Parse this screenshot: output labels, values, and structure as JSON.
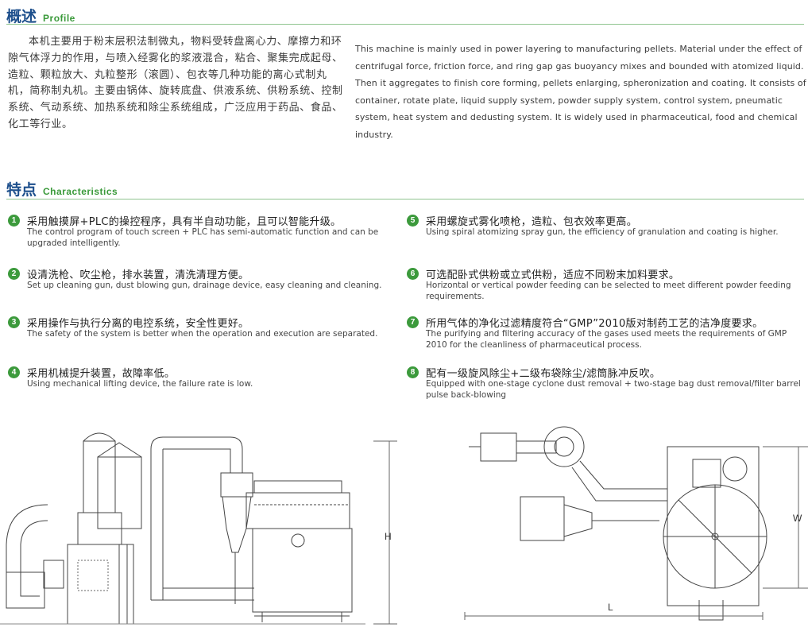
{
  "profile": {
    "title_zh": "概述",
    "title_en": "Profile",
    "text_zh": "本机主要用于粉末层积法制微丸，物料受转盘离心力、摩擦力和环隙气体浮力的作用，与喷入经雾化的浆液混合，粘合、聚集完成起母、造粒、颗粒放大、丸粒整形（滚圆）、包衣等几种功能的离心式制丸机，简称制丸机。主要由锅体、旋转底盘、供液系统、供粉系统、控制系统、气动系统、加热系统和除尘系统组成，广泛应用于药品、食品、化工等行业。",
    "text_en": "This machine is mainly used in power layering to manufacturing pellets. Material under the effect of centrifugal force, friction force, and ring gap gas buoyancy mixes and bounded with atomized liquid. Then it aggregates to finish core forming, pellets enlarging, spheronization and coating. It consists of container, rotate plate, liquid supply system, powder supply system, control system, pneumatic system, heat system and dedusting system. It is widely used in pharmaceutical, food and chemical industry."
  },
  "characteristics": {
    "title_zh": "特点",
    "title_en": "Characteristics",
    "items": [
      {
        "num": "1",
        "zh": "采用触摸屏+PLC的操控程序，具有半自动功能，且可以智能升级。",
        "en": "The control program of touch screen + PLC has semi-automatic function and can be upgraded intelligently."
      },
      {
        "num": "2",
        "zh": "设清洗枪、吹尘枪，排水装置，清洗清理方便。",
        "en": "Set up cleaning gun, dust blowing gun, drainage device, easy cleaning and cleaning."
      },
      {
        "num": "3",
        "zh": "采用操作与执行分离的电控系统，安全性更好。",
        "en": "The safety of the system is better when the operation and execution are separated."
      },
      {
        "num": "4",
        "zh": "采用机械提升装置，故障率低。",
        "en": "Using mechanical lifting device, the failure rate is low."
      },
      {
        "num": "5",
        "zh": "采用螺旋式雾化喷枪，造粒、包衣效率更高。",
        "en": "Using spiral atomizing spray gun, the efficiency of granulation and coating is higher."
      },
      {
        "num": "6",
        "zh": "可选配卧式供粉或立式供粉，适应不同粉末加料要求。",
        "en": "Horizontal or vertical powder feeding can be selected to meet different powder feeding requirements."
      },
      {
        "num": "7",
        "zh": "所用气体的净化过滤精度符合“GMP”2010版对制药工艺的洁净度要求。",
        "en": "The purifying and filtering accuracy of the gases used meets the requirements of GMP 2010 for the cleanliness of pharmaceutical process."
      },
      {
        "num": "8",
        "zh": "配有一级旋风除尘+二级布袋除尘/滤筒脉冲反吹。",
        "en": "Equipped with one-stage cyclone dust removal + two-stage bag dust removal/filter barrel pulse back-blowing"
      }
    ]
  },
  "diagram": {
    "label_h": "H",
    "label_w": "W",
    "label_l": "L"
  },
  "colors": {
    "heading_blue": "#1d4f8c",
    "heading_green": "#3a9a3a",
    "badge_green": "#3c9a3c"
  }
}
